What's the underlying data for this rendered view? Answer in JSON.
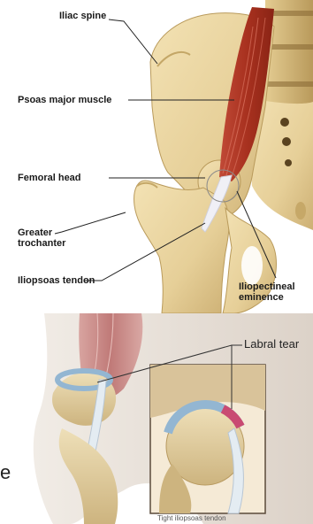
{
  "top": {
    "labels": {
      "iliac_spine": "Iliac spine",
      "psoas_major": "Psoas major muscle",
      "femoral_head": "Femoral head",
      "greater_trochanter": "Greater\ntrochanter",
      "iliopsoas_tendon": "Iliopsoas tendon",
      "iliopectineal_eminence": "Iliopectineal\neminence"
    }
  },
  "bottom": {
    "labral_tear": "Labral tear",
    "caption": "Tight iliopsoas tendon"
  },
  "stray_char": "e",
  "colors": {
    "bone": "#e9d4a0",
    "bone_shadow": "#c9ad70",
    "muscle": "#b23a2a",
    "muscle_light": "#d9695a",
    "tendon": "#e6e6f0",
    "labrum": "#8fb2cf",
    "tear": "#c94a72"
  }
}
